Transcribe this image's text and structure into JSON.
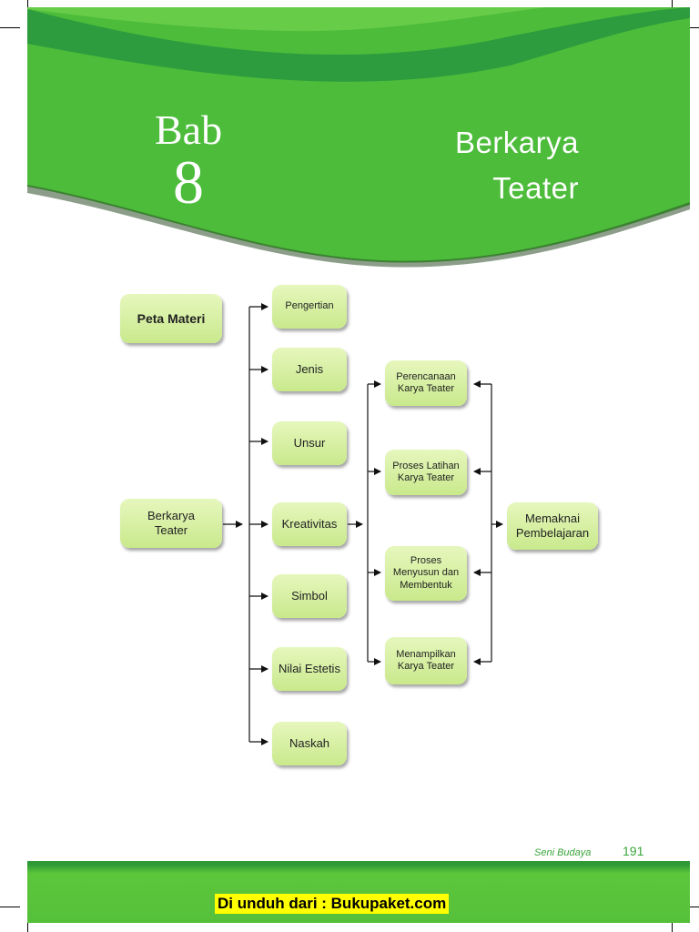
{
  "header": {
    "chapter_word": "Bab",
    "chapter_number": "8",
    "title_line1": "Berkarya",
    "title_line2": "Teater"
  },
  "diagram": {
    "map_label": "Peta Materi",
    "root": "Berkarya Teater",
    "topics": [
      "Pengertian",
      "Jenis",
      "Unsur",
      "Kreativitas",
      "Simbol",
      "Nilai Estetis",
      "Naskah"
    ],
    "stages": [
      "Perencanaan Karya Teater",
      "Proses Latihan Karya Teater",
      "Proses Menyusun dan Membentuk",
      "Menampilkan Karya Teater"
    ],
    "outcome": "Memaknai Pembelajaran"
  },
  "footer": {
    "book": "Seni Budaya",
    "page": "191",
    "download": "Di unduh dari : Bukupaket.com"
  },
  "colors": {
    "header_green": "#4cbc3a",
    "header_dark_green": "#2a9a3e",
    "node_fill": "#d8f0a6",
    "footer_green": "#55c03a",
    "download_highlight": "#ffff00"
  }
}
